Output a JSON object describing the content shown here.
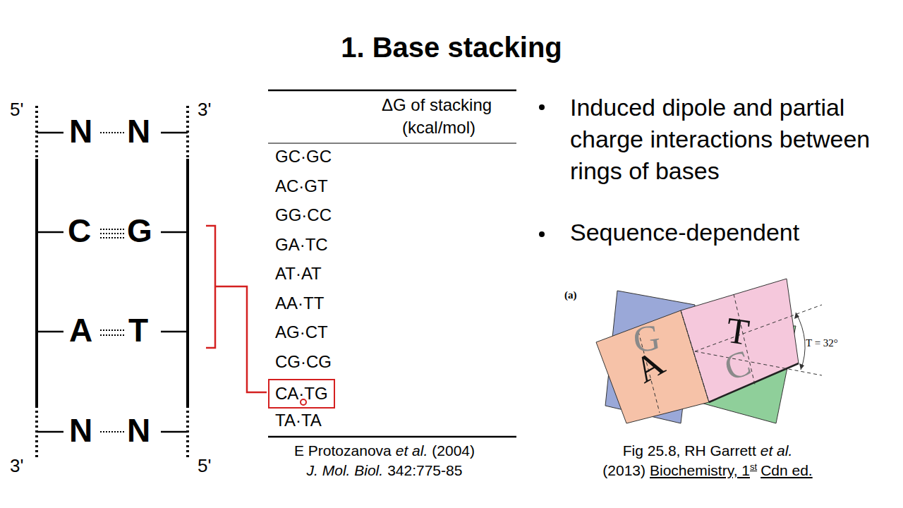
{
  "diagram": {
    "title": "1. Base stacking",
    "nodes": [
      {
        "text": [
          "CA·TG"
        ]
      }
    ],
    "labels": [
      "5'",
      "3'",
      "N",
      "N",
      "C",
      "G",
      "A",
      "T",
      "N",
      "N",
      "3'",
      "5'",
      "ΔG of stacking",
      "(kcal/mol)",
      "GC·GC",
      "AC·GT",
      "GG·CC",
      "GA·TC",
      "AT·AT",
      "AA·TT",
      "AG·CT",
      "CG·CG",
      "TA·TA",
      "E Protozanova",
      "et al.",
      "(2004)",
      "J. Mol. Biol.",
      "342:775-85",
      "Induced dipole and partial charge interactions between rings of bases",
      "Sequence-dependent",
      "(a)",
      "G",
      "A",
      "T",
      "C",
      "T = 32°",
      "Fig 25.8, RH Garrett",
      "et al.",
      "(2013)",
      "Biochemistry, 1",
      "st",
      "Cdn ed."
    ]
  }
}
